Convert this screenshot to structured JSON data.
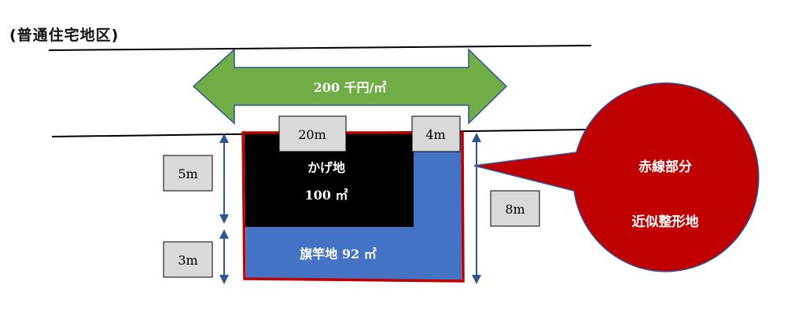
{
  "zone": "(普通住宅地区)",
  "road_price": "200 千円/㎡",
  "frontage_width": "20m",
  "notch_width": "4m",
  "left_depth_top": "5m",
  "left_depth_bottom": "3m",
  "right_depth": "8m",
  "shaded_land": {
    "name": "かげ地",
    "area": "100 ㎡"
  },
  "flag_lot": "旗竿地 92 ㎡",
  "callout": {
    "line1": "赤線部分",
    "line2": "近似整形地"
  },
  "colors": {
    "arrow_green": "#70ad47",
    "arrow_border": "#2f5597",
    "lot_blue": "#4472c4",
    "shaded_black": "#000000",
    "outline_red": "#c00000",
    "callout_fill": "#c00000",
    "label_box": "#d9d9d9",
    "dim_arrow": "#2f5597"
  }
}
